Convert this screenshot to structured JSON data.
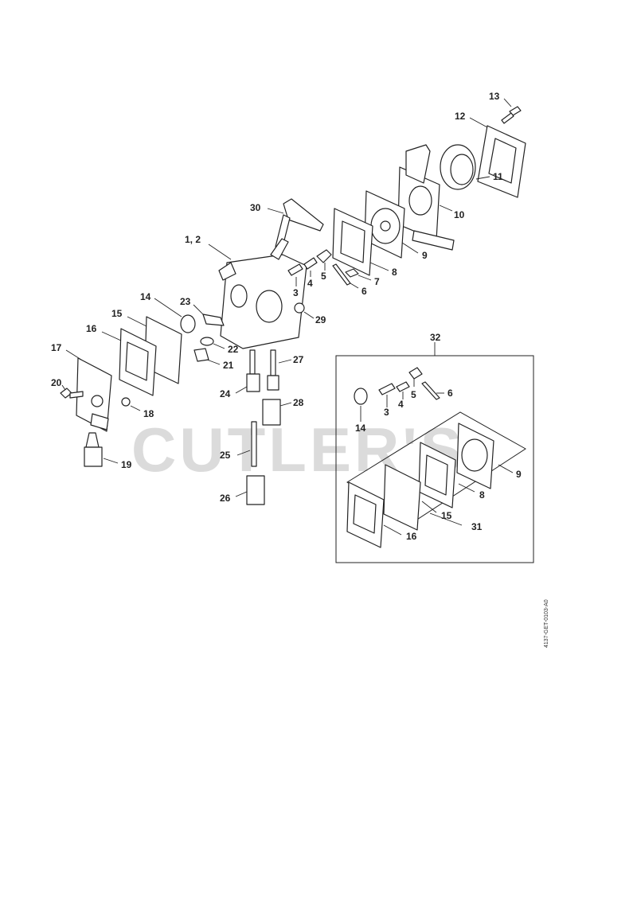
{
  "watermark": "CUTLER'S",
  "drawing_code": "4137-GET-0103-A0",
  "kit_labels": {
    "outer_kit": "32",
    "inner_kit": "31"
  },
  "labels": {
    "p1_2": "1, 2",
    "p3": "3",
    "p4": "4",
    "p5": "5",
    "p6": "6",
    "p7": "7",
    "p8": "8",
    "p9": "9",
    "p10": "10",
    "p11": "11",
    "p12": "12",
    "p13": "13",
    "p14": "14",
    "p15": "15",
    "p16": "16",
    "p17": "17",
    "p18": "18",
    "p19": "19",
    "p20": "20",
    "p21": "21",
    "p22": "22",
    "p23": "23",
    "p24": "24",
    "p25": "25",
    "p26": "26",
    "p27": "27",
    "p28": "28",
    "p29": "29",
    "p30": "30",
    "k3": "3",
    "k4": "4",
    "k5": "5",
    "k6": "6",
    "k8": "8",
    "k9": "9",
    "k14": "14",
    "k15": "15",
    "k16": "16"
  }
}
